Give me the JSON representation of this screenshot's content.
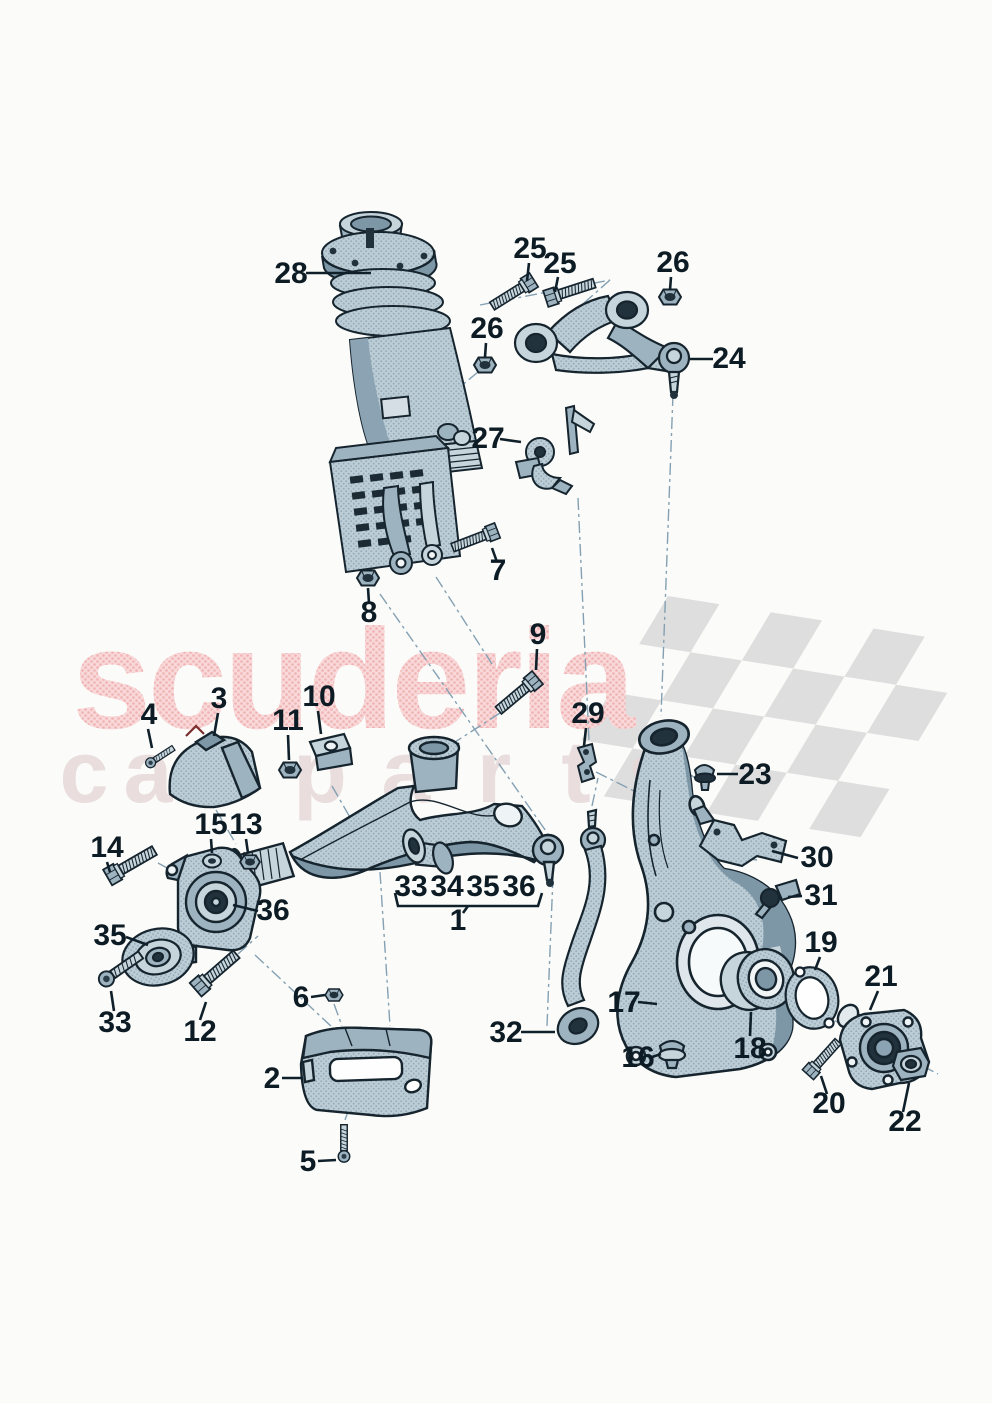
{
  "watermark": {
    "title": "scuderia",
    "subtitle_letters": [
      "c",
      "a",
      "r",
      "p",
      "a",
      "r",
      "t",
      "s"
    ],
    "title_color": "#f3bcbc",
    "subtitle_color": "#e6d8d8",
    "flag_color": "#dedede"
  },
  "diagram": {
    "callouts": [
      {
        "id": "28",
        "label": "28"
      },
      {
        "id": "25a",
        "label": "25"
      },
      {
        "id": "25b",
        "label": "25"
      },
      {
        "id": "26a",
        "label": "26"
      },
      {
        "id": "26b",
        "label": "26"
      },
      {
        "id": "24",
        "label": "24"
      },
      {
        "id": "27",
        "label": "27"
      },
      {
        "id": "7",
        "label": "7"
      },
      {
        "id": "8",
        "label": "8"
      },
      {
        "id": "9",
        "label": "9"
      },
      {
        "id": "29",
        "label": "29"
      },
      {
        "id": "3",
        "label": "3"
      },
      {
        "id": "4",
        "label": "4"
      },
      {
        "id": "10",
        "label": "10"
      },
      {
        "id": "11",
        "label": "11"
      },
      {
        "id": "23",
        "label": "23"
      },
      {
        "id": "30",
        "label": "30"
      },
      {
        "id": "31",
        "label": "31"
      },
      {
        "id": "14",
        "label": "14"
      },
      {
        "id": "15",
        "label": "15"
      },
      {
        "id": "13",
        "label": "13"
      },
      {
        "id": "36",
        "label": "36"
      },
      {
        "id": "35",
        "label": "35"
      },
      {
        "id": "33a",
        "label": "33"
      },
      {
        "id": "12",
        "label": "12"
      },
      {
        "id": "6",
        "label": "6"
      },
      {
        "id": "2",
        "label": "2"
      },
      {
        "id": "5",
        "label": "5"
      },
      {
        "id": "32",
        "label": "32"
      },
      {
        "id": "17",
        "label": "17"
      },
      {
        "id": "16",
        "label": "16"
      },
      {
        "id": "18",
        "label": "18"
      },
      {
        "id": "19",
        "label": "19"
      },
      {
        "id": "20",
        "label": "20"
      },
      {
        "id": "21",
        "label": "21"
      },
      {
        "id": "22",
        "label": "22"
      },
      {
        "id": "g33",
        "label": "33"
      },
      {
        "id": "g34",
        "label": "34"
      },
      {
        "id": "g35",
        "label": "35"
      },
      {
        "id": "g36",
        "label": "36"
      },
      {
        "id": "1",
        "label": "1"
      }
    ]
  }
}
